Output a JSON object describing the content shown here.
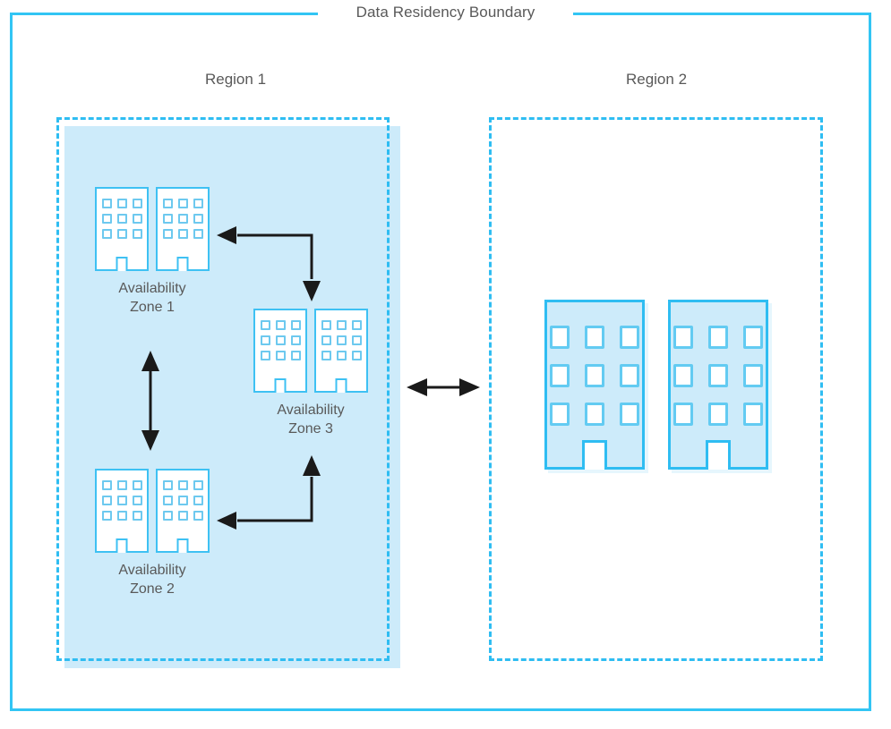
{
  "diagram": {
    "boundary_title": "Data Residency Boundary",
    "accent_color": "#32c5f4",
    "fill_color": "#cdebfa",
    "text_color": "#595959",
    "arrow_color": "#1a1a1a"
  },
  "regions": [
    {
      "id": "region-1",
      "label": "Region 1",
      "filled": true,
      "zones": [
        {
          "id": "az1",
          "caption_line1": "Availability",
          "caption_line2": "Zone 1",
          "buildings": 2
        },
        {
          "id": "az2",
          "caption_line1": "Availability",
          "caption_line2": "Zone 2",
          "buildings": 2
        },
        {
          "id": "az3",
          "caption_line1": "Availability",
          "caption_line2": "Zone 3",
          "buildings": 2
        }
      ]
    },
    {
      "id": "region-2",
      "label": "Region 2",
      "filled": false,
      "zones": [
        {
          "id": "r2-datacenters",
          "caption_line1": "",
          "caption_line2": "",
          "buildings": 2
        }
      ]
    }
  ],
  "connectors": [
    {
      "id": "az1-to-az3",
      "style": "elbow",
      "heads": "both"
    },
    {
      "id": "az1-to-az2",
      "style": "vertical",
      "heads": "both"
    },
    {
      "id": "az2-to-az3",
      "style": "elbow",
      "heads": "both"
    },
    {
      "id": "region1-to-region2",
      "style": "horizontal",
      "heads": "both"
    }
  ]
}
